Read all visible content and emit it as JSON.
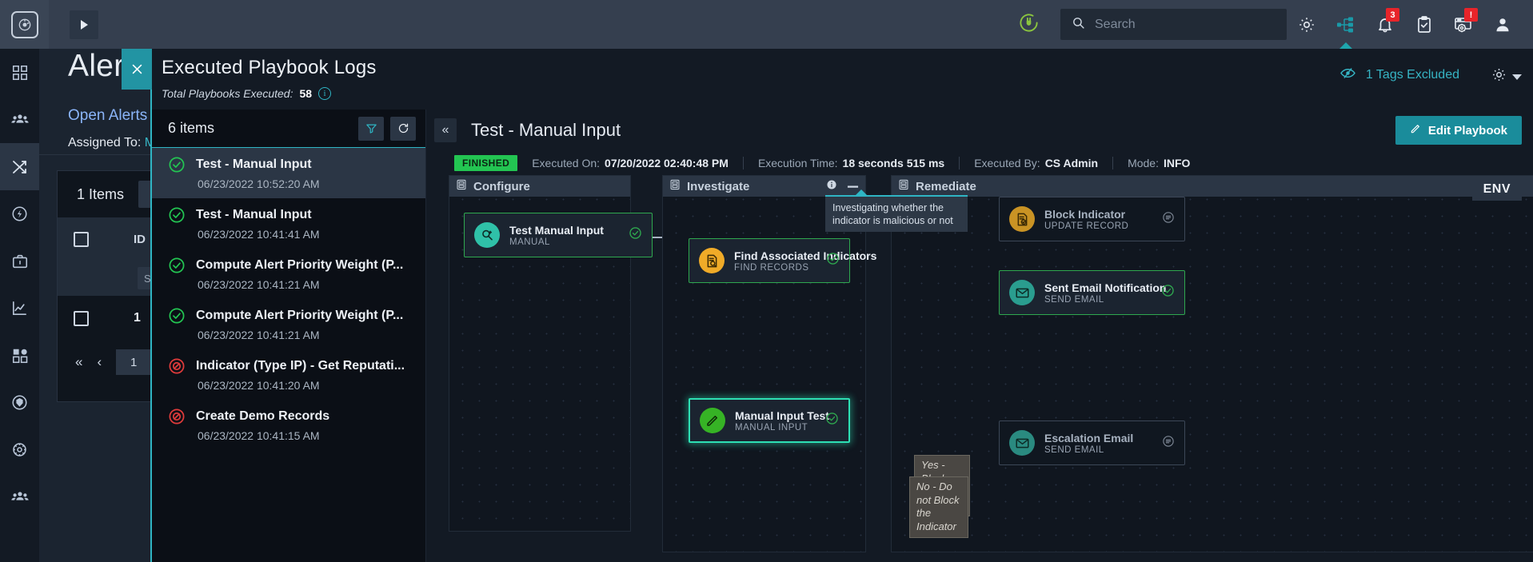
{
  "topbar": {
    "logo_icon": "app-logo-icon",
    "expand_icon": "expand-panel-icon",
    "plug_icon": "plug-connected-icon",
    "search": {
      "placeholder": "Search",
      "icon": "search-icon"
    },
    "icons": [
      {
        "name": "gear-icon",
        "badge": null
      },
      {
        "name": "sitemap-icon",
        "badge": null,
        "active": true
      },
      {
        "name": "bell-icon",
        "badge": "3"
      },
      {
        "name": "clipboard-check-icon",
        "badge": null
      },
      {
        "name": "system-settings-icon",
        "badge": "!"
      },
      {
        "name": "user-avatar-icon",
        "badge": null
      }
    ]
  },
  "rail": {
    "items": [
      {
        "name": "dashboard-icon",
        "active": false
      },
      {
        "name": "people-icon",
        "active": false
      },
      {
        "name": "shuffle-icon",
        "active": true
      },
      {
        "name": "lightning-icon",
        "active": false
      },
      {
        "name": "briefcase-icon",
        "active": false
      },
      {
        "name": "reports-chart-icon",
        "active": false
      },
      {
        "name": "widgets-icon",
        "active": false
      },
      {
        "name": "globe-shield-icon",
        "active": false
      },
      {
        "name": "settings-cog-icon",
        "active": false
      },
      {
        "name": "users-group-icon",
        "active": false
      }
    ]
  },
  "background_page": {
    "title": "Alerts",
    "open_alerts_label": "Open Alerts",
    "assigned_to_label": "Assigned To:",
    "assigned_to_value": "Me",
    "card": {
      "items_count": "1 Items",
      "column_header": "ID",
      "search_cell_placeholder": "Search",
      "row_id": "1",
      "pager_first": "«",
      "pager_prev": "‹",
      "pager_page": "1"
    }
  },
  "modal": {
    "close_icon": "close-icon",
    "title": "Executed Playbook Logs",
    "subtitle_prefix": "Total Playbooks Executed:",
    "subtitle_value": "58",
    "info_icon": "info-icon",
    "tags_excluded": "1 Tags Excluded",
    "tags_excluded_icon": "eye-slash-icon",
    "gear_icon": "gear-icon"
  },
  "list_pane": {
    "count_label": "6 items",
    "filter_icon": "filter-icon",
    "refresh_icon": "refresh-icon",
    "items": [
      {
        "status": "ok",
        "name": "Test - Manual Input",
        "date": "06/23/2022 10:52:20 AM",
        "selected": true
      },
      {
        "status": "ok",
        "name": "Test - Manual Input",
        "date": "06/23/2022 10:41:41 AM",
        "selected": false
      },
      {
        "status": "ok",
        "name": "Compute Alert Priority Weight (P...",
        "date": "06/23/2022 10:41:21 AM",
        "selected": false
      },
      {
        "status": "ok",
        "name": "Compute Alert Priority Weight (P...",
        "date": "06/23/2022 10:41:21 AM",
        "selected": false
      },
      {
        "status": "bad",
        "name": "Indicator (Type IP) - Get Reputati...",
        "date": "06/23/2022 10:41:20 AM",
        "selected": false
      },
      {
        "status": "bad",
        "name": "Create Demo Records",
        "date": "06/23/2022 10:41:15 AM",
        "selected": false
      }
    ]
  },
  "detail": {
    "collapse_icon": "collapse-left-icon",
    "title": "Test - Manual Input",
    "edit_button": "Edit Playbook",
    "edit_icon": "pencil-icon",
    "status": "FINISHED",
    "meta": [
      {
        "label": "Executed On:",
        "value": "07/20/2022 02:40:48 PM"
      },
      {
        "label": "Execution Time:",
        "value": "18 seconds 515 ms"
      },
      {
        "label": "Executed By:",
        "value": "CS Admin"
      },
      {
        "label": "Mode:",
        "value": "INFO"
      }
    ]
  },
  "canvas": {
    "env_chip": "ENV",
    "lanes": [
      {
        "id": "configure",
        "title": "Configure",
        "icon": "lane-icon"
      },
      {
        "id": "investigate",
        "title": "Investigate",
        "icon": "lane-icon",
        "info_icon": "info-icon",
        "minimize_icon": "minimize-icon"
      },
      {
        "id": "remediate",
        "title": "Remediate",
        "icon": "lane-icon"
      }
    ],
    "tooltip": "Investigating whether the indicator is malicious or not",
    "branch_labels": [
      "Yes - Block the Indicator",
      "No - Do not Block the Indicator"
    ],
    "nodes": [
      {
        "id": "test-manual-input",
        "name": "Test Manual Input",
        "type": "MANUAL",
        "icon": "manual-trigger-icon",
        "icon_color": "#2fc1a8",
        "state": "ok",
        "badge": "check"
      },
      {
        "id": "find-associated-indicators",
        "name": "Find Associated Indicators",
        "type": "FIND RECORDS",
        "icon": "find-records-icon",
        "icon_color": "#f0ab28",
        "state": "ok",
        "badge": "check"
      },
      {
        "id": "manual-input-test",
        "name": "Manual Input Test",
        "type": "MANUAL INPUT",
        "icon": "pencil-icon",
        "icon_color": "#36b325",
        "state": "active",
        "badge": "check"
      },
      {
        "id": "block-indicator",
        "name": "Block Indicator",
        "type": "UPDATE RECORD",
        "icon": "update-record-icon",
        "icon_color": "#c99324",
        "state": "idle",
        "badge": "skipped"
      },
      {
        "id": "sent-email-notification",
        "name": "Sent Email Notification",
        "type": "SEND EMAIL",
        "icon": "envelope-icon",
        "icon_color": "#2a9d8f",
        "state": "ok",
        "badge": "check"
      },
      {
        "id": "escalation-email",
        "name": "Escalation Email",
        "type": "SEND EMAIL",
        "icon": "envelope-icon",
        "icon_color": "#2a8a80",
        "state": "idle",
        "badge": "skipped"
      }
    ]
  }
}
